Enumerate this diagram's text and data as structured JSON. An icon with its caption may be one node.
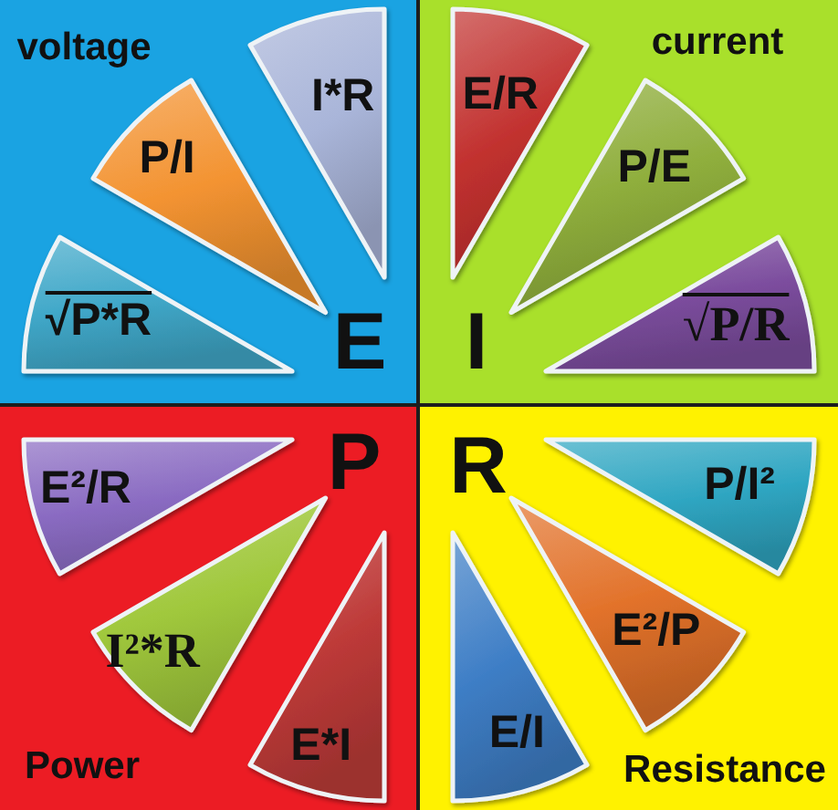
{
  "diagram": {
    "nodes": [
      {
        "text": [
          "voltage",
          "E"
        ]
      },
      {
        "text": [
          "I*R"
        ],
        "in": 0
      },
      {
        "text": [
          "P/I"
        ],
        "in": 0
      },
      {
        "text": [
          "√P*R"
        ],
        "in": 0
      },
      {
        "text": [
          "current",
          "I"
        ]
      },
      {
        "text": [
          "E/R"
        ],
        "in": 4
      },
      {
        "text": [
          "P/E"
        ],
        "in": 4
      },
      {
        "text": [
          "√P/R"
        ],
        "in": 4
      },
      {
        "text": [
          "P",
          "Power"
        ]
      },
      {
        "text": [
          "E²/R"
        ],
        "in": 8
      },
      {
        "text": [
          "I²*R"
        ],
        "in": 8
      },
      {
        "text": [
          "E*I"
        ],
        "in": 8
      },
      {
        "text": [
          "R",
          "Resistance"
        ]
      },
      {
        "text": [
          "P/I²"
        ],
        "in": 12
      },
      {
        "text": [
          "E²/P"
        ],
        "in": 12
      },
      {
        "text": [
          "E/I"
        ],
        "in": 12
      }
    ]
  }
}
